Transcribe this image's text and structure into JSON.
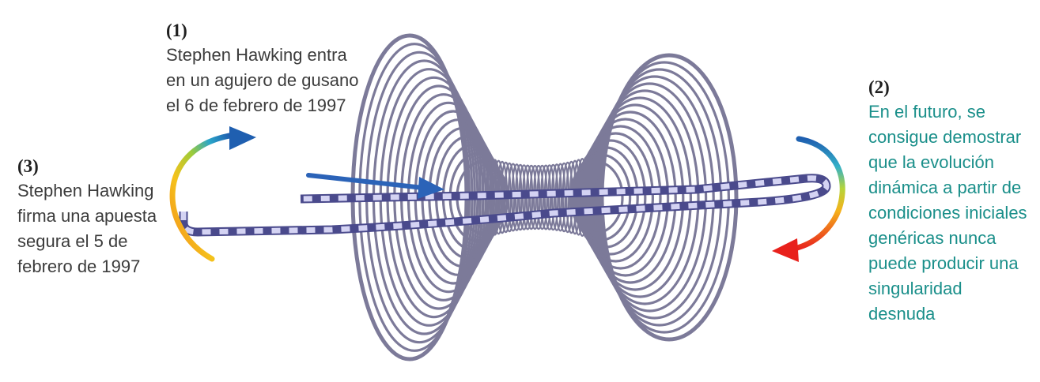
{
  "annotations": [
    {
      "number": "(1)",
      "lines": [
        "Stephen Hawking entra",
        "en un agujero de gusano",
        "el 6 de febrero de 1997"
      ]
    },
    {
      "number": "(2)",
      "lines": [
        "En el futuro, se",
        "consigue demostrar",
        "que la evolución",
        "dinámica a partir de",
        "condiciones iniciales",
        "genéricas nunca",
        "puede producir una",
        "singularidad",
        "desnuda"
      ]
    },
    {
      "number": "(3)",
      "lines": [
        "Stephen Hawking",
        "firma una apuesta",
        "segura el 5 de",
        "febrero de 1997"
      ]
    }
  ],
  "colors": {
    "ring": "#7c7a99",
    "ring_light": "#f2f1f6",
    "path_dark": "#4a4a8c",
    "path_light": "#c9c8ee",
    "arrow_blue": "#1f5fb0",
    "arrow_red": "#e8211c",
    "text_teal": "#1a8f8a"
  }
}
